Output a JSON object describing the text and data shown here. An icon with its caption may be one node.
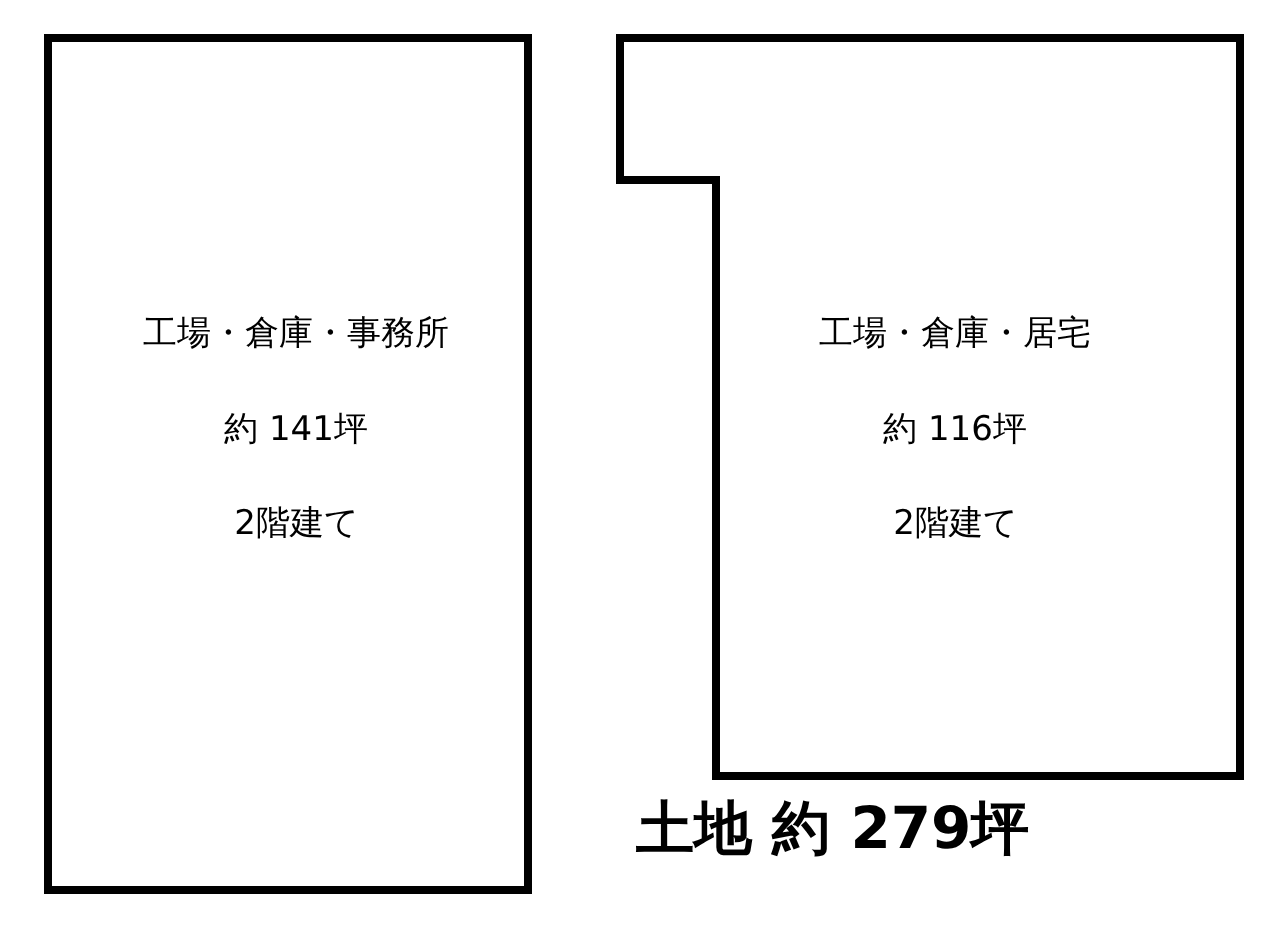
{
  "diagram": {
    "nodes": [
      {
        "text": [
          "工場・倉庫・事務所",
          "約 141坪",
          "2階建て"
        ]
      },
      {
        "text": [
          "工場・倉庫・居宅",
          "約 116坪",
          "2階建て"
        ]
      }
    ],
    "labels": [
      "土地 約 279坪"
    ]
  }
}
